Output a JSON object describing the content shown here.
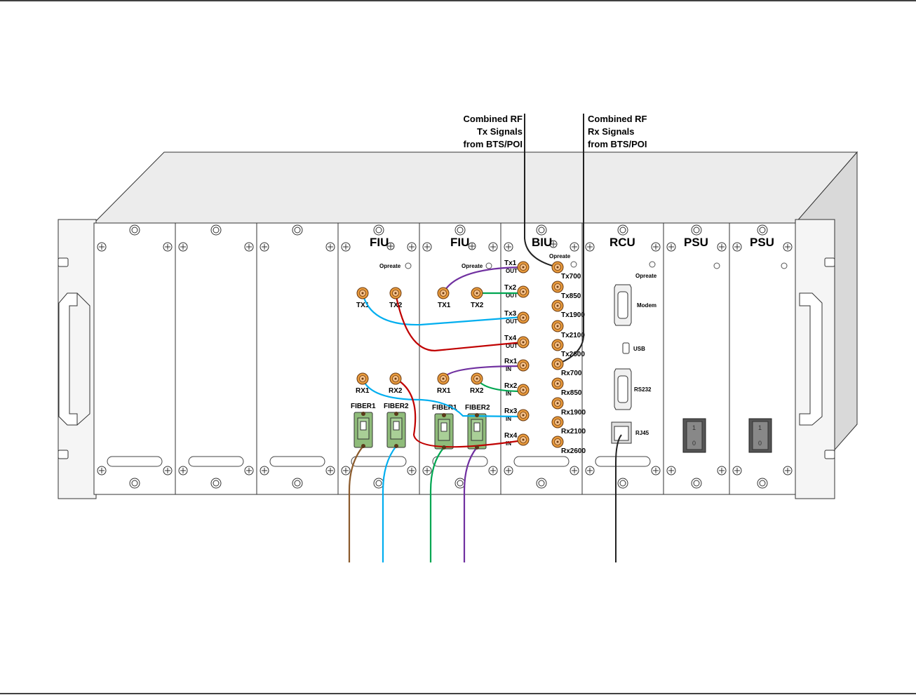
{
  "callouts": {
    "tx": [
      "Combined RF",
      "Tx Signals",
      "from BTS/POI"
    ],
    "rx": [
      "Combined RF",
      "Rx Signals",
      "from BTS/POI"
    ]
  },
  "fiu1": {
    "title": "FIU",
    "operate": "Opreate",
    "tx1": "TX1",
    "tx2": "TX2",
    "rx1": "RX1",
    "rx2": "RX2",
    "fiber1": "FIBER1",
    "fiber2": "FIBER2"
  },
  "fiu2": {
    "title": "FIU",
    "operate": "Opreate",
    "tx1": "TX1",
    "tx2": "TX2",
    "rx1": "RX1",
    "rx2": "RX2",
    "fiber1": "FIBER1",
    "fiber2": "FIBER2"
  },
  "biu": {
    "title": "BIU",
    "operate": "Opreate",
    "left_ports": [
      {
        "name": "Tx1",
        "dir": "OUT"
      },
      {
        "name": "Tx2",
        "dir": "OUT"
      },
      {
        "name": "Tx3",
        "dir": "OUT"
      },
      {
        "name": "Tx4",
        "dir": "OUT"
      },
      {
        "name": "Rx1",
        "dir": "IN"
      },
      {
        "name": "Rx2",
        "dir": "IN"
      },
      {
        "name": "Rx3",
        "dir": "IN"
      },
      {
        "name": "Rx4",
        "dir": "IN"
      }
    ],
    "right_ports": [
      "Tx700",
      "Tx850",
      "Tx1900",
      "Tx2100",
      "Tx2600",
      "Rx700",
      "Rx850",
      "Rx1900",
      "Rx2100",
      "Rx2600"
    ]
  },
  "rcu": {
    "title": "RCU",
    "operate": "Opreate",
    "modem": "Modem",
    "usb": "USB",
    "rs232": "RS232",
    "rj45": "RJ45"
  },
  "psu1": {
    "title": "PSU",
    "on": "1",
    "off": "0"
  },
  "psu2": {
    "title": "PSU",
    "on": "1",
    "off": "0"
  },
  "colors": {
    "purple": "#7030a0",
    "green": "#00a651",
    "blue": "#00aeef",
    "red": "#c00000",
    "brown": "#8b5a2b",
    "black": "#222222",
    "port": "#e89a3c",
    "fiber_module": "#8fbc7a"
  }
}
